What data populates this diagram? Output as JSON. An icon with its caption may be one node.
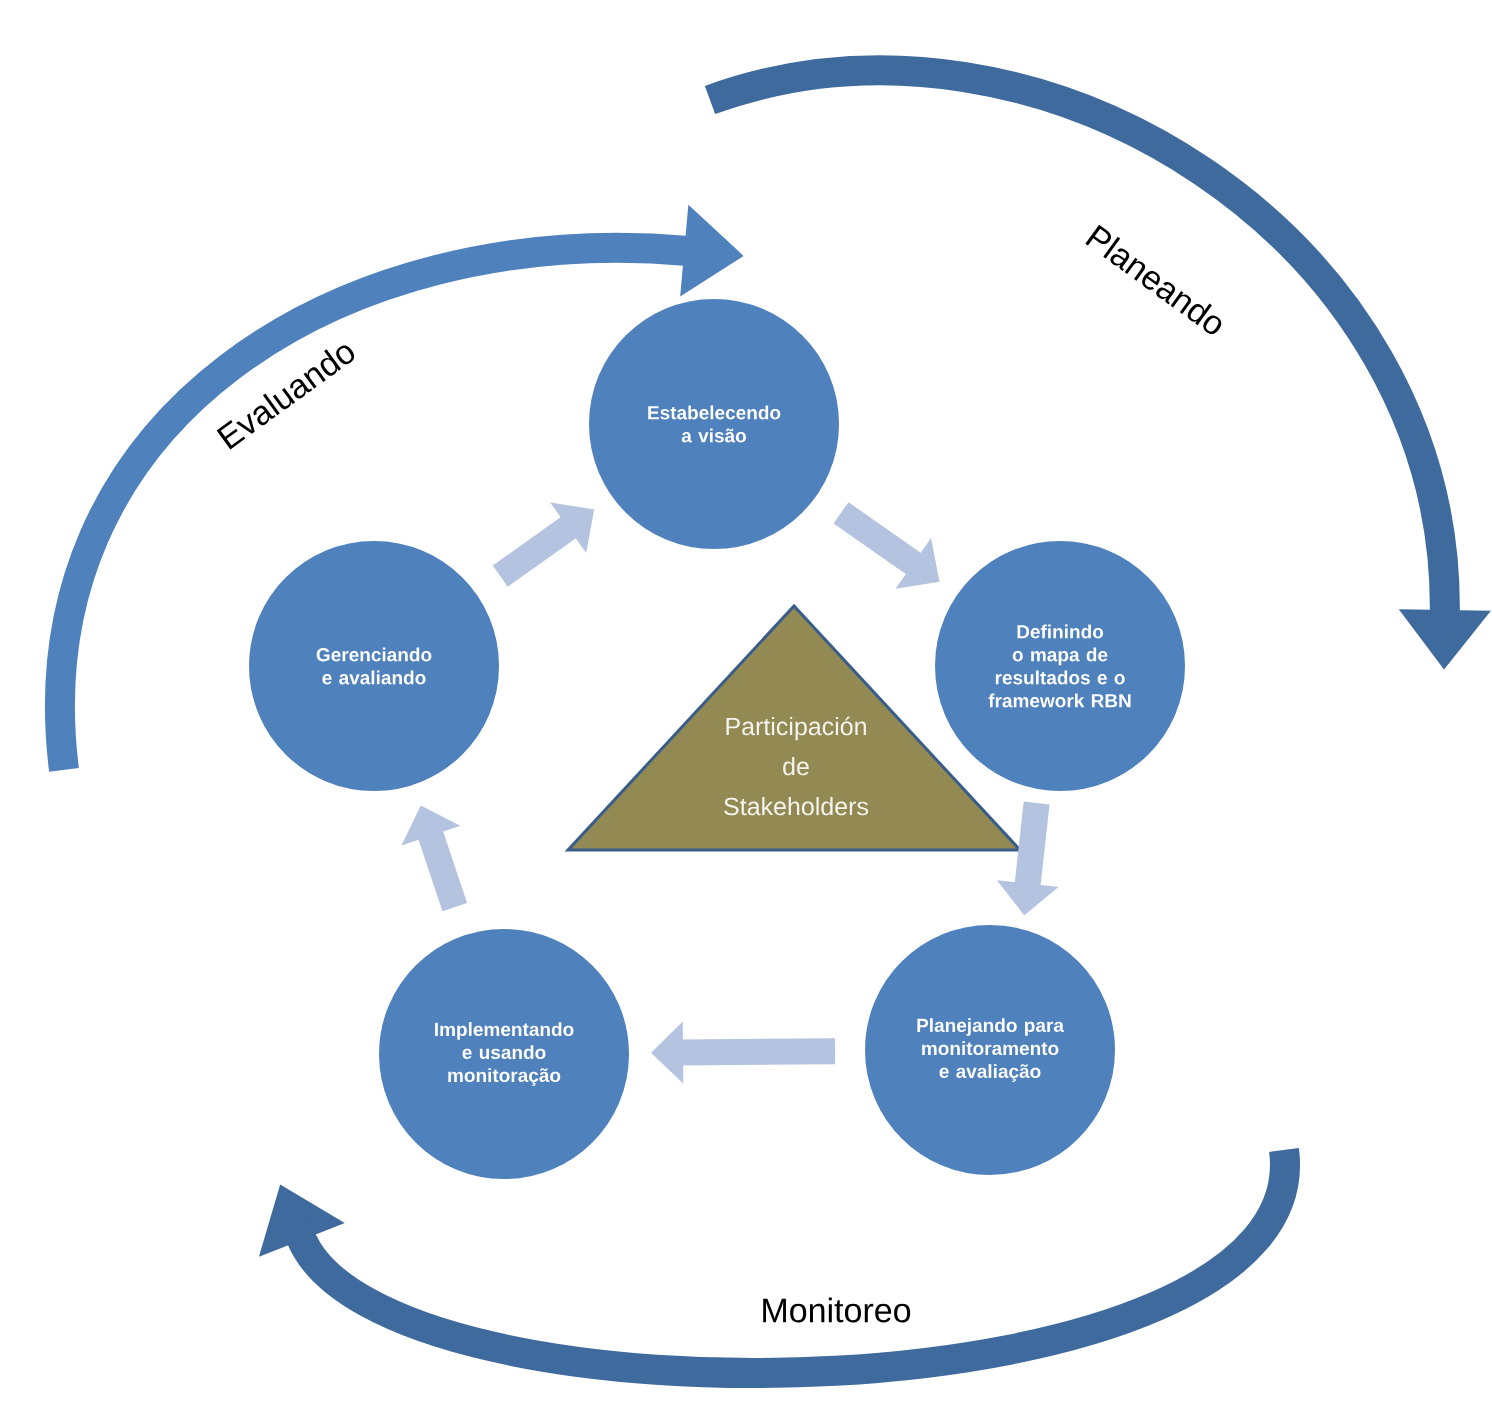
{
  "diagram": {
    "nodes": [
      {
        "text": [
          "Estabelecendo a visão"
        ]
      },
      {
        "text": [
          "Definindo o mapa de resultados e o framework RBN"
        ]
      },
      {
        "text": [
          "Planejando para monitoramento e avaliação"
        ]
      },
      {
        "text": [
          "Implementando e usando monitoração"
        ]
      },
      {
        "text": [
          "Gerenciando e avaliando"
        ]
      },
      {
        "text": [
          "Participación de Stakeholders"
        ]
      }
    ],
    "edges": [
      {
        "from": 0,
        "to": 1,
        "arrow": "to"
      },
      {
        "from": 1,
        "to": 2,
        "arrow": "to"
      },
      {
        "from": 2,
        "to": 3,
        "arrow": "to"
      },
      {
        "from": 3,
        "to": 4,
        "arrow": "to"
      },
      {
        "from": 4,
        "to": 0,
        "arrow": "to"
      }
    ],
    "labels": [
      "Planeando",
      "Evaluando",
      "Monitoreo"
    ]
  }
}
